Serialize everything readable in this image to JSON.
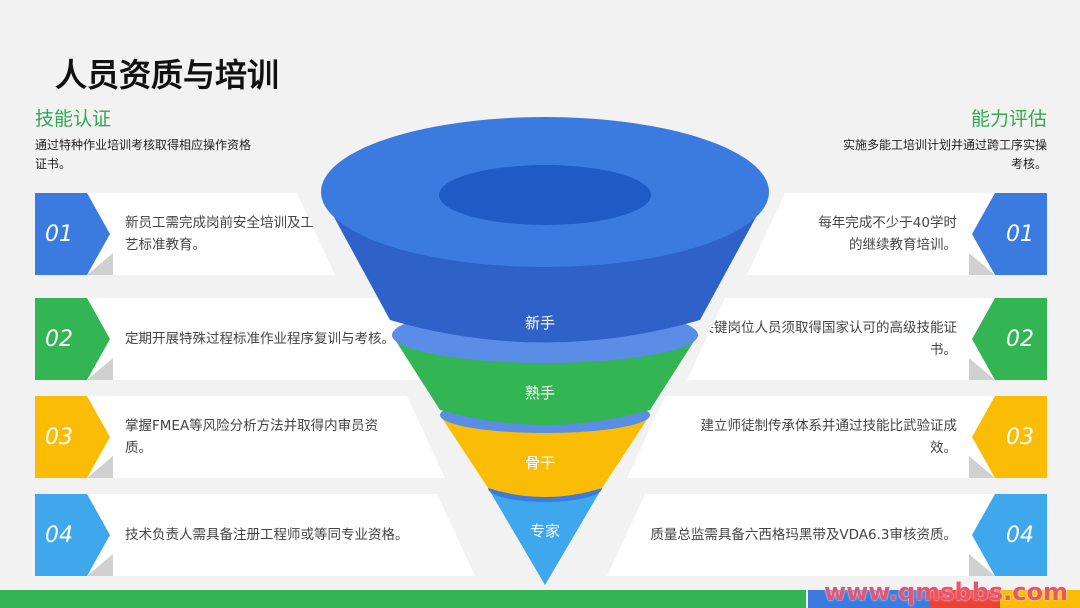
{
  "title": "人员资质与培训",
  "left": {
    "heading": "技能认证",
    "description": "通过特种作业培训考核取得相应操作资格证书。",
    "items": [
      {
        "num": "01",
        "text": "新员工需完成岗前安全培训及工艺标准教育。",
        "color": "#3b7be0"
      },
      {
        "num": "02",
        "text": "定期开展特殊过程标准作业程序复训与考核。",
        "color": "#34b553"
      },
      {
        "num": "03",
        "text": "掌握FMEA等风险分析方法并取得内审员资质。",
        "color": "#fbbc05"
      },
      {
        "num": "04",
        "text": "技术负责人需具备注册工程师或等同专业资格。",
        "color": "#3fa7ec"
      }
    ]
  },
  "right": {
    "heading": "能力评估",
    "description": "实施多能工培训计划并通过跨工序实操考核。",
    "items": [
      {
        "num": "01",
        "text": "每年完成不少于40学时的继续教育培训。",
        "color": "#3b7be0"
      },
      {
        "num": "02",
        "text": "关键岗位人员须取得国家认可的高级技能证书。",
        "color": "#34b553"
      },
      {
        "num": "03",
        "text": "建立师徒制传承体系并通过技能比武验证成效。",
        "color": "#fbbc05"
      },
      {
        "num": "04",
        "text": "质量总监需具备六西格玛黑带及VDA6.3审核资质。",
        "color": "#3fa7ec"
      }
    ]
  },
  "funnel": [
    "新手",
    "熟手",
    "骨干",
    "专家"
  ],
  "watermark": "www.qmsbbs.com"
}
